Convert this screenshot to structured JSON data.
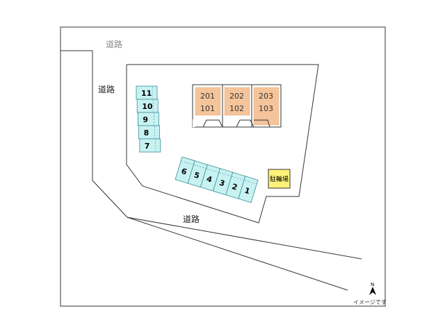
{
  "roads": {
    "top": "道路",
    "left": "道路",
    "bottom": "道路"
  },
  "building": {
    "units": [
      {
        "upper": "201",
        "lower": "101"
      },
      {
        "upper": "202",
        "lower": "102"
      },
      {
        "upper": "203",
        "lower": "103"
      }
    ]
  },
  "parking_west": [
    "11",
    "10",
    "9",
    "8",
    "7"
  ],
  "parking_south": [
    "6",
    "5",
    "4",
    "3",
    "2",
    "1"
  ],
  "bike_parking": "駐輪場",
  "compass": "N",
  "note": "イメージです",
  "colors": {
    "unit_fill": "#f5c49a",
    "parking_fill": "#c8f2f2",
    "parking_stroke": "#3a8f96",
    "bike_fill": "#fff27a",
    "line": "#333333"
  }
}
